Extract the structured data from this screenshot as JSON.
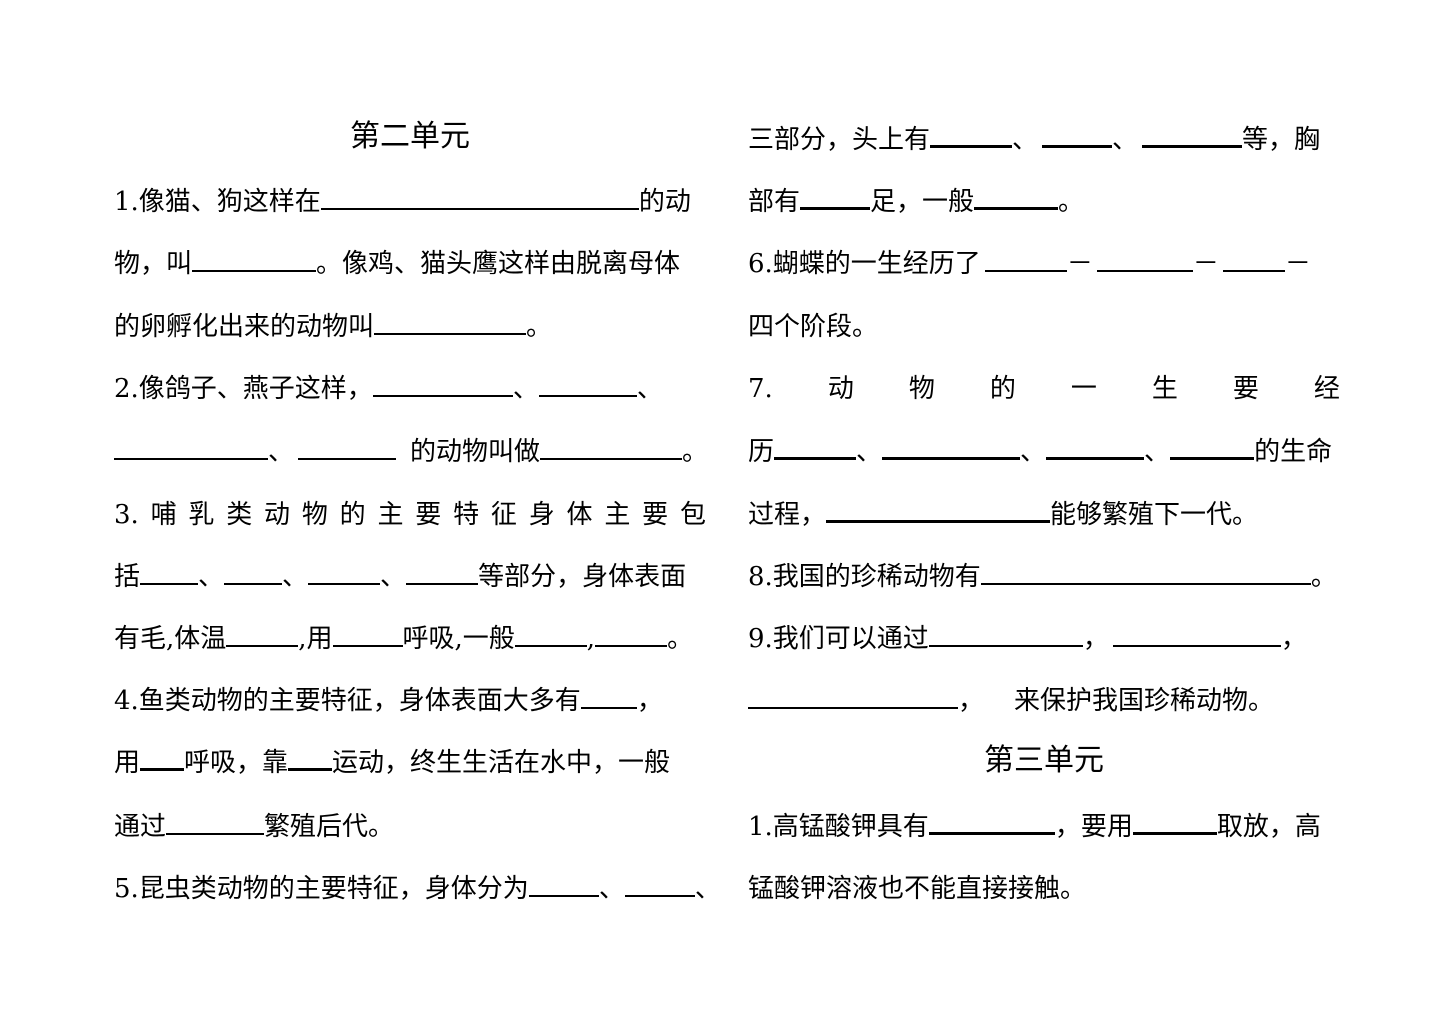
{
  "left": {
    "title": "第二单元",
    "q1": {
      "a": "1.像猫、狗这样在",
      "b": "的动",
      "c": "物，叫",
      "d": "。像鸡、猫头鹰这样由脱离母体",
      "e": "的卵孵化出来的动物叫",
      "f": "。"
    },
    "q2": {
      "a": "2.像鸽子、燕子这样，",
      "sep": "、",
      "b": "的动物叫做",
      "end": "。"
    },
    "q3": {
      "chars": [
        "3.",
        "哺",
        "乳",
        "类",
        "动",
        "物",
        "的",
        "主",
        "要",
        "特",
        "征",
        "身",
        "体",
        "主",
        "要",
        "包"
      ],
      "a": "括",
      "sep": "、",
      "b": "等部分，身体表面",
      "c": "有毛,体温",
      "d": ",用",
      "e": "呼吸,一般",
      "f": ",",
      "g": "。"
    },
    "q4": {
      "a": "4.鱼类动物的主要特征，身体表面大多有",
      "b": "，",
      "c": "用",
      "d": "呼吸，靠",
      "e": "运动，终生生活在水中，一般",
      "f": "通过",
      "g": "繁殖后代。"
    },
    "q5": {
      "a": "5.昆虫类动物的主要特征，身体分为",
      "sep": "、"
    }
  },
  "right": {
    "q5cont": {
      "a": "三部分，头上有",
      "sep": "、",
      "b": "等，胸",
      "c": "部有",
      "d": "足，一般",
      "e": "。"
    },
    "q6": {
      "a": "6.蝴蝶的一生经历了",
      "dash": "－",
      "b": "四个阶段。"
    },
    "q7": {
      "chars": [
        "7.",
        "动",
        "物",
        "的",
        "一",
        "生",
        "要",
        "经"
      ],
      "a": "历",
      "sep": "、",
      "b": "的生命",
      "c": "过程，",
      "d": "能够繁殖下一代。"
    },
    "q8": {
      "a": "8.我国的珍稀动物有",
      "b": "。"
    },
    "q9": {
      "a": "9.我们可以通过",
      "comma": "，",
      "b": "来保护我国珍稀动物。"
    },
    "title": "第三单元",
    "u3q1": {
      "a": "1.高锰酸钾具有",
      "b": "，要用",
      "c": "取放，高",
      "d": "锰酸钾溶液也不能直接接触。"
    }
  }
}
